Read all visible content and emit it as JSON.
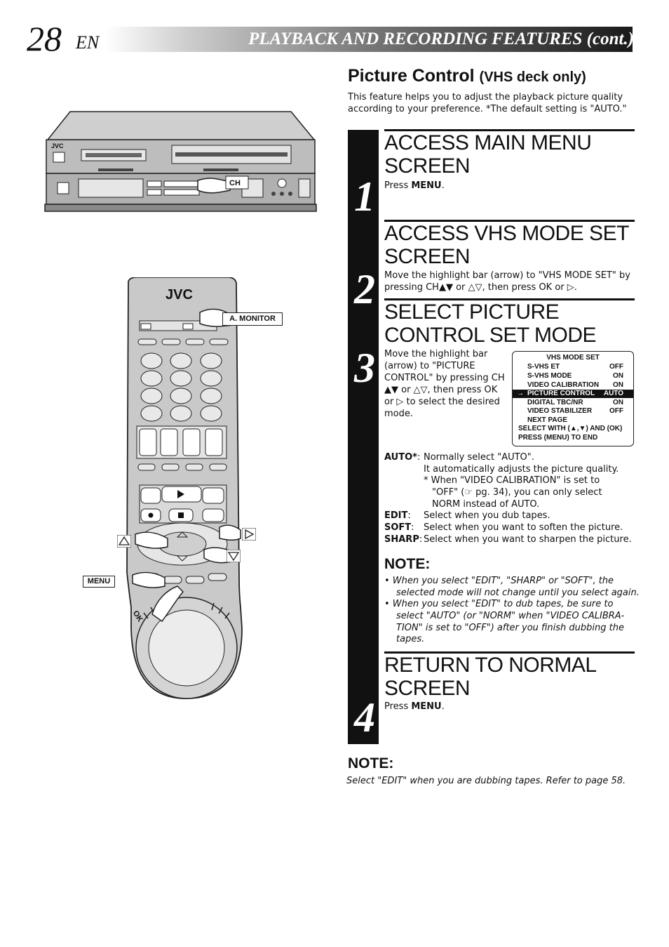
{
  "header": {
    "page_number": "28",
    "language": "EN",
    "title": "PLAYBACK AND RECORDING FEATURES (cont.)"
  },
  "section": {
    "title": "Picture Control",
    "subtitle": "(VHS deck only)",
    "intro": "This feature helps you to adjust the playback picture quality according to your preference. *The default setting is \"AUTO.\""
  },
  "illustration": {
    "deck_brand": "JVC",
    "deck_ch_label": "CH",
    "remote_brand": "JVC",
    "a_monitor_label": "A. MONITOR",
    "menu_label": "MENU",
    "ok_label": "OK"
  },
  "steps": [
    {
      "num": "1",
      "title": "ACCESS MAIN MENU SCREEN",
      "text_prefix": "Press ",
      "text_bold": "MENU",
      "text_suffix": "."
    },
    {
      "num": "2",
      "title": "ACCESS VHS MODE SET SCREEN",
      "text": "Move the highlight bar (arrow) to \"VHS MODE SET\" by pressing  CH▲▼ or △▽, then press OK or ▷."
    },
    {
      "num": "3",
      "title": "SELECT PICTURE CONTROL SET MODE",
      "text": "Move the highlight bar (arrow) to \"PICTURE CONTROL\" by pressing CH ▲▼ or △▽, then press OK or ▷ to select the desired mode."
    },
    {
      "num": "4",
      "title": "RETURN TO NORMAL SCREEN",
      "text_prefix": "Press ",
      "text_bold": "MENU",
      "text_suffix": "."
    }
  ],
  "menu": {
    "title": "VHS MODE SET",
    "rows": [
      {
        "label": "S-VHS ET",
        "value": "OFF"
      },
      {
        "label": "S-VHS MODE",
        "value": "ON"
      },
      {
        "label": "VIDEO CALIBRATION",
        "value": "ON"
      },
      {
        "label": "PICTURE CONTROL",
        "value": "AUTO"
      },
      {
        "label": "DIGITAL TBC/NR",
        "value": "ON"
      },
      {
        "label": "VIDEO STABILIZER",
        "value": "OFF"
      },
      {
        "label": "NEXT PAGE",
        "value": ""
      }
    ],
    "arrow": "→",
    "footer1": "SELECT WITH (▲,▼) AND (OK)",
    "footer2": "PRESS (MENU) TO END"
  },
  "modes": {
    "auto_label": "AUTO*",
    "auto_l1": "Normally select \"AUTO\".",
    "auto_l2": "It automatically adjusts the picture quality.",
    "auto_l3": "*  When \"VIDEO CALIBRATION\" is set to",
    "auto_l4": "\"OFF\" (☞ pg. 34), you can only select",
    "auto_l5": "NORM instead of AUTO.",
    "edit_label": "EDIT",
    "edit_text": "Select when you dub tapes.",
    "soft_label": "SOFT",
    "soft_text": "Select when you want to soften the picture.",
    "sharp_label": "SHARP",
    "sharp_text": "Select when you want to sharpen the picture."
  },
  "note1": {
    "heading": "NOTE:",
    "b1_l1": "•  When you select \"EDIT\", \"SHARP\" or \"SOFT\", the",
    "b1_l2": "selected mode will not change until you select again.",
    "b2_l1": "•  When you select \"EDIT\" to dub tapes, be sure to",
    "b2_l2": "select \"AUTO\" (or \"NORM\" when \"VIDEO CALIBRA-",
    "b2_l3": "TION\" is set to \"OFF\") after you finish dubbing the",
    "b2_l4": "tapes."
  },
  "note2": {
    "heading": "NOTE:",
    "text": "Select \"EDIT\" when you are dubbing tapes. Refer to page 58."
  }
}
